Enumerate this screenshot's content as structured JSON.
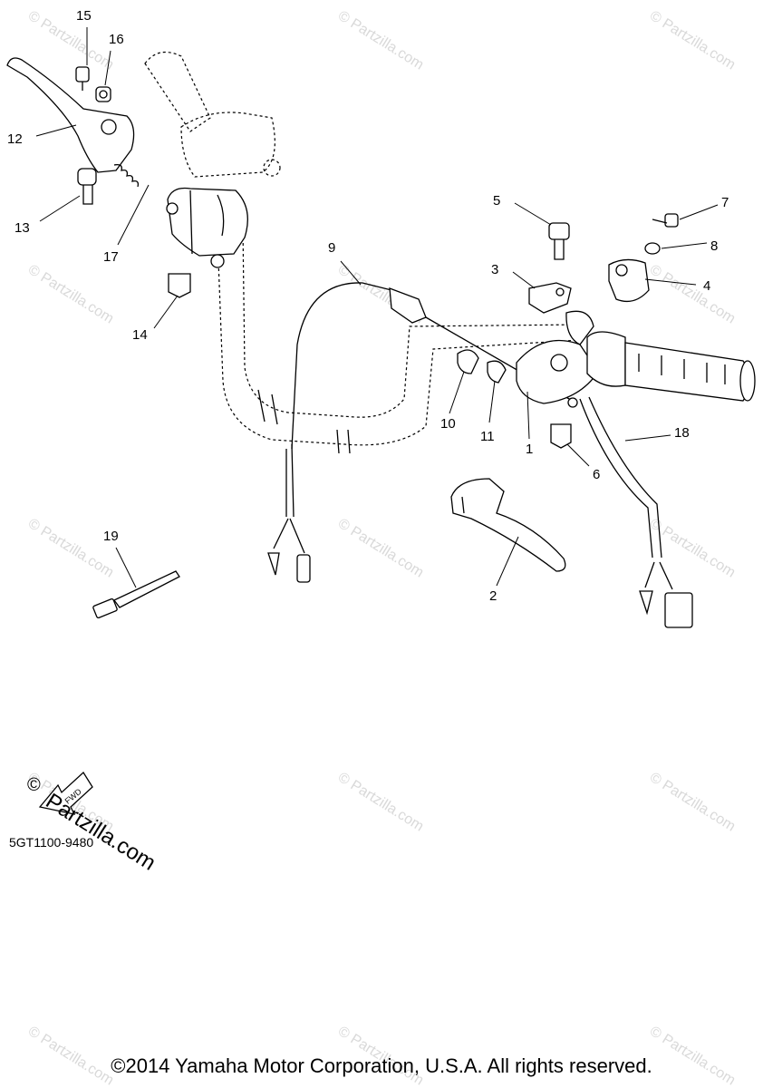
{
  "watermark": {
    "text": "© Partzilla.com",
    "color": "#d9d9d9"
  },
  "callouts": [
    {
      "id": "1",
      "label": "1"
    },
    {
      "id": "2",
      "label": "2"
    },
    {
      "id": "3",
      "label": "3"
    },
    {
      "id": "4",
      "label": "4"
    },
    {
      "id": "5",
      "label": "5"
    },
    {
      "id": "6",
      "label": "6"
    },
    {
      "id": "7",
      "label": "7"
    },
    {
      "id": "8",
      "label": "8"
    },
    {
      "id": "9",
      "label": "9"
    },
    {
      "id": "10",
      "label": "10"
    },
    {
      "id": "11",
      "label": "11"
    },
    {
      "id": "12",
      "label": "12"
    },
    {
      "id": "13",
      "label": "13"
    },
    {
      "id": "14",
      "label": "14"
    },
    {
      "id": "15",
      "label": "15"
    },
    {
      "id": "16",
      "label": "16"
    },
    {
      "id": "17",
      "label": "17"
    },
    {
      "id": "18",
      "label": "18"
    },
    {
      "id": "19",
      "label": "19"
    }
  ],
  "fwd_label": "FWD",
  "partzilla_logo": {
    "copyright_symbol": "©",
    "text": "Partzilla.com"
  },
  "diagram_code": "5GT1100-9480",
  "copyright": "©2014  Yamaha Motor Corporation, U.S.A. All rights reserved."
}
